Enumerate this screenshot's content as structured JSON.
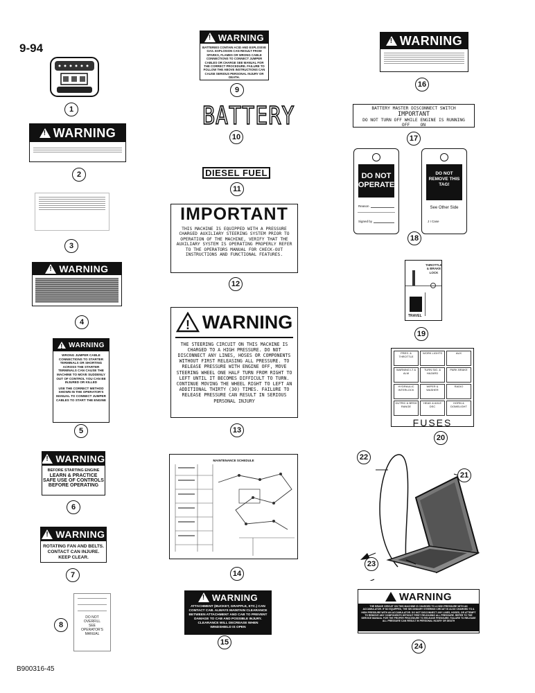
{
  "page": {
    "number": "9-94",
    "figure_code": "B900316-45"
  },
  "labels": {
    "warning": "WARNING",
    "battery": "BATTERY",
    "diesel_fuel": "DIESEL FUEL",
    "important": "IMPORTANT",
    "fuses": "FUSES"
  },
  "decal5": {
    "text_top": "WRONG JUMPER CABLE CONNECTIONS TO STARTER TERMINALS OR SHORTING ACROSS THE STARTER TERMINALS CAN CAUSE THE MACHINE TO MOVE SUDDENLY OUT OF CONTROL YOU CAN BE INJURED OR KILLED",
    "text_bottom": "USE THE CORRECT METHOD SHOWN IN THE OPERATOR'S MANUAL TO CONNECT JUMPER CABLES TO START THE ENGINE"
  },
  "decal6": {
    "lines": [
      "BEFORE STARTING ENGINE",
      "LEARN & PRACTICE",
      "SAFE USE OF CONTROLS",
      "BEFORE OPERATING"
    ]
  },
  "decal7": {
    "lines": [
      "ROTATING FAN AND BELTS.",
      "CONTACT CAN INJURE.",
      "KEEP CLEAR."
    ]
  },
  "decal8": {
    "lines": [
      "DO NOT",
      "OVERFILL",
      "SEE",
      "OPERATOR'S",
      "MANUAL"
    ]
  },
  "decal9": {
    "text": "BATTERIES CONTAIN ACID AND EXPLOSIVE GAS. EXPLOSION CAN RESULT FROM SPARKS, FLAMES OR WRONG CABLE CONNECTIONS TO CONNECT JUMPER CABLES OR CHARGE SEE MANUAL FOR THE CORRECT PROCEDURE. FAILURE TO FOLLOW THE ABOVE INSTRUCTIONS CAN CAUSE SERIOUS PERSONAL INJURY OR DEATH."
  },
  "decal12": {
    "text": "THIS MACHINE IS EQUIPPED WITH A PRESSURE CHARGED AUXILIARY STEERING SYSTEM PRIOR TO OPERATION OF THE MACHINE, VERIFY THAT THE AUXILIARY SYSTEM IS OPERATING PROPERLY REFER TO THE OPERATORS MANUAL FOR CHECK-OUT INSTRUCTIONS AND FUNCTIONAL FEATURES."
  },
  "decal13": {
    "text": "THE STEERING CIRCUIT ON THIS MACHINE IS CHARGED TO A HIGH PRESSURE. DO NOT DISCONNECT ANY LINES, HOSES OR COMPONENTS WITHOUT FIRST RELEASING ALL PRESSURE. TO RELEASE PRESSURE WITH ENGINE OFF, MOVE STEERING WHEEL ONE HALF TURN FROM RIGHT TO LEFT UNTIL IT BECOMES DIFFICULT TO TURN. CONTINUE MOVING THE WHEEL RIGHT TO LEFT AN ADDITIONAL THIRTY (30) TIMES. FAILURE TO RELEASE PRESSURE CAN RESULT IN SERIOUS PERSONAL INJURY"
  },
  "decal14": {
    "title": "MAINTENANCE SCHEDULE"
  },
  "decal15": {
    "text": "ATTACHMENT (BUCKET, GRAPPLE, ETC.) CAN CONTACT CAB. ALWAYS MAINTAIN CLEARANCE BETWEEN ATTACHMENT AND CAB TO PREVENT DAMAGE TO CAB AND POSSIBLE INJURY. CLEARANCE WILL DECREASE WHEN WINDSHIELD IS OPEN"
  },
  "decal17": {
    "line1": "BATTERY MASTER DISCONNECT SWITCH",
    "line2": "IMPORTANT",
    "line3": "DO NOT TURN OFF WHILE ENGINE IS RUNNING",
    "off": "OFF",
    "on": "ON"
  },
  "decal18": {
    "tag1": "DO NOT OPERATE",
    "tag1_reason": "Reason",
    "tag1_signed": "Signed by",
    "tag2": "DO NOT REMOVE THIS TAG!",
    "tag2_other": "See Other Side",
    "tag2_brand": "J I Case"
  },
  "decal19": {
    "top": "THROTTLE & BRAKE LOCK",
    "bottom": "TRAVEL"
  },
  "decal20": {
    "cells": [
      "PRES. & THROTTLE",
      "WORK LIGHTS",
      "AUX",
      "WARNING LT & ALM",
      "TURN SIG. & HAZARD",
      "PARK BRAKE",
      "HYDRAULIC INTERLOCK",
      "WIPER & WASHER",
      "RADIO",
      "DUTRIC & BRSH RANGE",
      "HEAD & AXLE DSC",
      "HORN & DOMELIGHT"
    ]
  },
  "decal24": {
    "text": "THE BRAKE CIRCUIT ON THIS MACHINE IS CHARGED TO A HIGH PRESSURE WITH AN ACCUMULATOR. IF SO EQUIPPED, THE SECONDARY STEERING CIRCUIT IS ALSO CHARGED TO A HIGH PRESSURE WITH AN ACCUMULATOR. DO NOT DISCONNECT ANY LINES, HOSES, OR ATTEMPT TO REMOVE ANY COMPONENTS WITHOUT FIRST RELEASING ALL PRESSURE. REFER TO THE SERVICE MANUAL FOR THE PROPER PROCEDURE TO RELEASE PRESSURE. FAILURE TO RELEASE ALL PRESSURE CAN RESULT IN PERSONAL INJURY OR DEATH"
  },
  "callouts": [
    "1",
    "2",
    "3",
    "4",
    "5",
    "6",
    "7",
    "8",
    "9",
    "10",
    "11",
    "12",
    "13",
    "14",
    "15",
    "16",
    "17",
    "18",
    "19",
    "20",
    "21",
    "22",
    "23",
    "24"
  ]
}
